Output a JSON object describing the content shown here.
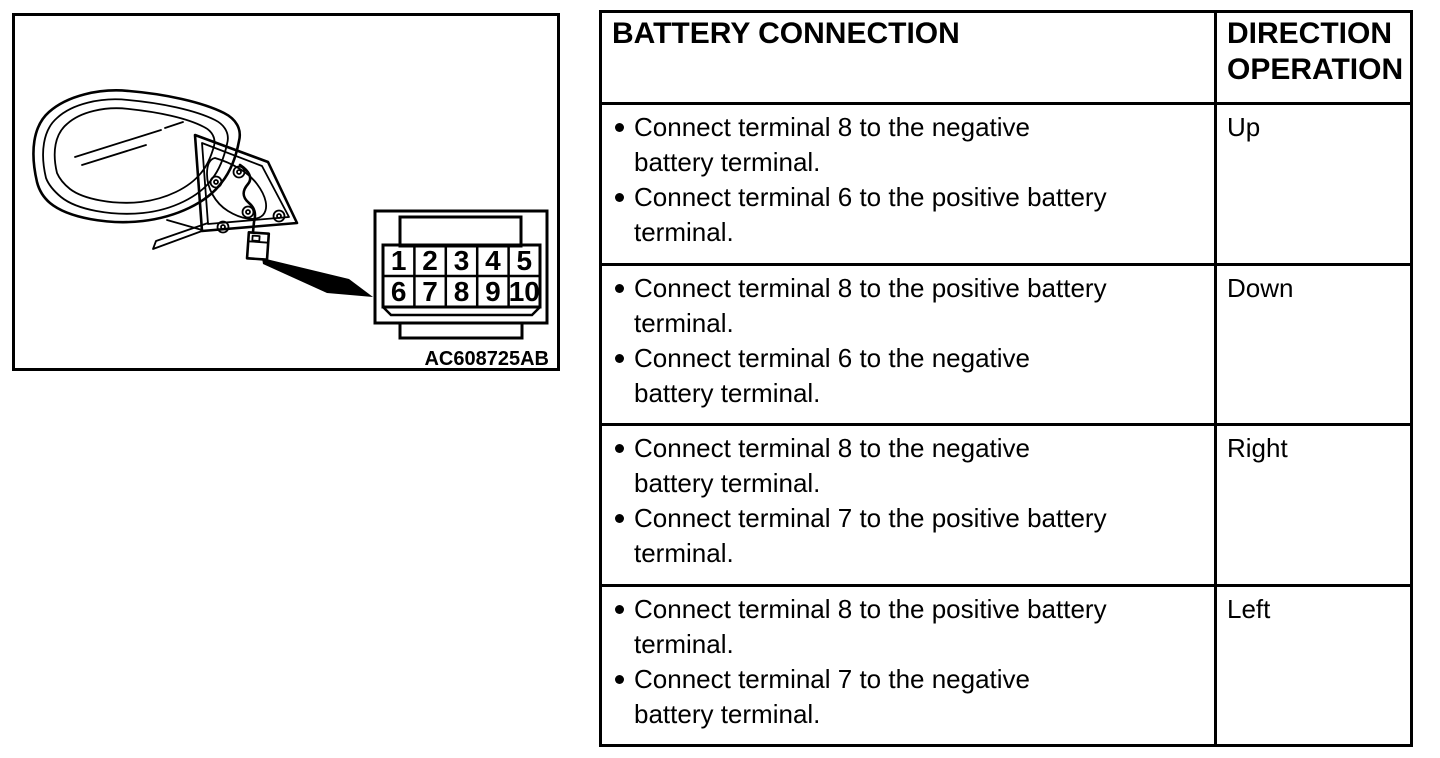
{
  "figure": {
    "code_label": "AC608725AB",
    "pinout": {
      "numbers": [
        "1",
        "2",
        "3",
        "4",
        "5",
        "6",
        "7",
        "8",
        "9",
        "10"
      ]
    }
  },
  "table": {
    "headers": {
      "battery_connection": "BATTERY CONNECTION",
      "direction_operation": "DIRECTION\nOPERATION"
    },
    "rows": [
      {
        "bullets": [
          "Connect terminal 8 to the negative\nbattery terminal.",
          "Connect terminal 6 to the positive battery\nterminal."
        ],
        "direction": "Up"
      },
      {
        "bullets": [
          "Connect terminal 8 to the positive battery\nterminal.",
          "Connect terminal 6 to the negative\nbattery terminal."
        ],
        "direction": "Down"
      },
      {
        "bullets": [
          "Connect terminal 8 to the negative\nbattery terminal.",
          "Connect terminal 7 to the positive battery\nterminal."
        ],
        "direction": "Right"
      },
      {
        "bullets": [
          "Connect terminal 8 to the positive battery\nterminal.",
          "Connect terminal 7 to the negative\nbattery terminal."
        ],
        "direction": "Left"
      }
    ]
  },
  "colors": {
    "ink": "#000000",
    "paper": "#ffffff"
  }
}
